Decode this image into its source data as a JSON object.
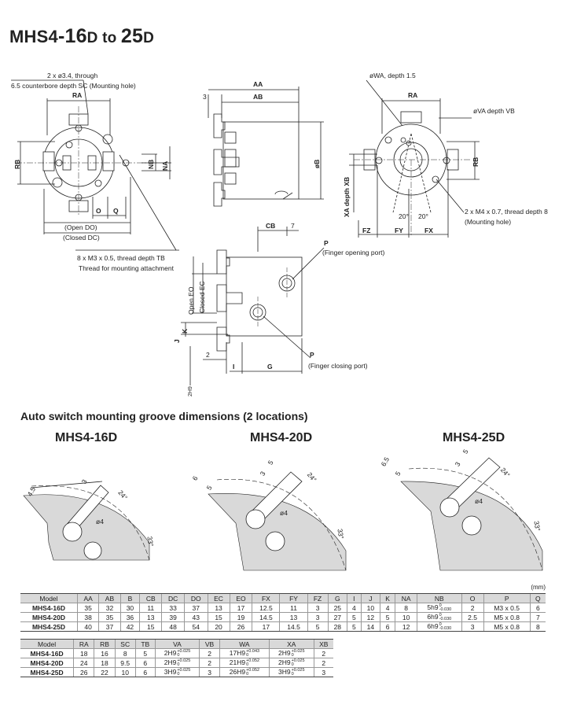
{
  "title": {
    "prefix": "MHS4",
    "size_a": "-16",
    "suffix_a": "D",
    "to": " to ",
    "size_b": "25",
    "suffix_b": "D"
  },
  "labels": {
    "hole_a": "2 x ø3.4, through",
    "hole_b": "6.5 counterbore depth SC (Mounting hole)",
    "ra": "RA",
    "rb": "RB",
    "nb": "NB",
    "na": "NA",
    "o": "O",
    "q": "Q",
    "open_do": "(Open DO)",
    "closed_dc": "(Closed DC)",
    "thread_tb": "8 x M3 x 0.5, thread depth TB",
    "thread_attach": "Thread for mounting attachment",
    "aa": "AA",
    "ab": "AB",
    "three": "3",
    "phi_b": "øB",
    "wa": "øWA, depth 1.5",
    "va": "øVA  depth VB",
    "xa_xb": "XA  depth XB",
    "m4": "2 x M4 x 0.7, thread depth 8",
    "mounting_hole": "(Mounting hole)",
    "fz": "FZ",
    "fy": "FY",
    "fx": "FX",
    "deg20": "20°",
    "cb": "CB",
    "seven": "7",
    "p": "P",
    "finger_open": "(Finger opening port)",
    "finger_close": "(Finger closing port)",
    "open_eo": "Open EO",
    "closed_ec": "Closed EC",
    "k": "K",
    "j": "J",
    "h9": "2H9",
    "two": "2",
    "i": "I",
    "g": "G"
  },
  "groove": {
    "title": "Auto switch mounting groove dimensions (2 locations)",
    "models": [
      "MHS4-16D",
      "MHS4-20D",
      "MHS4-25D"
    ],
    "d1": {
      "w1": "4.5",
      "w2": "3",
      "ang": "24°",
      "dia": "ø4",
      "ang2": "33°"
    },
    "d2": {
      "w1": "6",
      "w2": "5",
      "w3": "3",
      "w4": "5",
      "ang": "24°",
      "dia": "ø4",
      "ang2": "33°"
    },
    "d3": {
      "w1": "6.5",
      "w2": "5",
      "w3": "3",
      "w4": "5",
      "ang": "24°",
      "dia": "ø4",
      "ang2": "33°"
    }
  },
  "unit": "(mm)",
  "table1": {
    "headers": [
      "Model",
      "AA",
      "AB",
      "B",
      "CB",
      "DC",
      "DO",
      "EC",
      "EO",
      "FX",
      "FY",
      "FZ",
      "G",
      "I",
      "J",
      "K",
      "NA",
      "NB",
      "O",
      "P",
      "Q"
    ],
    "rows": [
      [
        "MHS4-16D",
        "35",
        "32",
        "30",
        "11",
        "33",
        "37",
        "13",
        "17",
        "12.5",
        "11",
        "3",
        "25",
        "4",
        "10",
        "4",
        "8",
        "5h9",
        "2",
        "M3 x 0.5",
        "6"
      ],
      [
        "MHS4-20D",
        "38",
        "35",
        "36",
        "13",
        "39",
        "43",
        "15",
        "19",
        "14.5",
        "13",
        "3",
        "27",
        "5",
        "12",
        "5",
        "10",
        "6h9",
        "2.5",
        "M5 x 0.8",
        "7"
      ],
      [
        "MHS4-25D",
        "40",
        "37",
        "42",
        "15",
        "48",
        "54",
        "20",
        "26",
        "17",
        "14.5",
        "5",
        "28",
        "5",
        "14",
        "6",
        "12",
        "6h9",
        "3",
        "M5 x 0.8",
        "8"
      ]
    ],
    "nb_tol": [
      "0",
      "-0.030"
    ]
  },
  "table2": {
    "headers": [
      "Model",
      "RA",
      "RB",
      "SC",
      "TB",
      "VA",
      "VB",
      "WA",
      "XA",
      "XB"
    ],
    "rows": [
      [
        "MHS4-16D",
        "18",
        "16",
        "8",
        "5",
        "2H9",
        "2",
        "17H9",
        "2H9",
        "2"
      ],
      [
        "MHS4-20D",
        "24",
        "18",
        "9.5",
        "6",
        "2H9",
        "2",
        "21H9",
        "2H9",
        "2"
      ],
      [
        "MHS4-25D",
        "26",
        "22",
        "10",
        "6",
        "3H9",
        "3",
        "26H9",
        "3H9",
        "3"
      ]
    ],
    "tol_va": [
      "+0.025",
      "0"
    ],
    "tol_wa": [
      [
        "+0.043",
        "0"
      ],
      [
        "+0.052",
        "0"
      ],
      [
        "+0.052",
        "0"
      ]
    ]
  }
}
